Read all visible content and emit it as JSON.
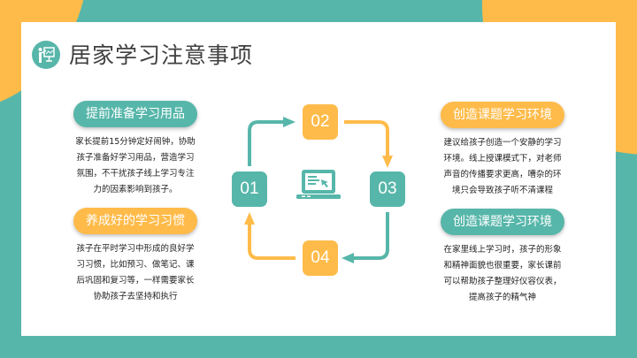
{
  "title": "居家学习注意事项",
  "title_icon": "teacher-presentation-icon",
  "colors": {
    "teal": "#57b6aa",
    "orange": "#ffbb4a",
    "text": "#404040"
  },
  "sections": [
    {
      "heading": "提前准备学习用品",
      "color": "teal",
      "body": [
        "家长提前15分钟定好闹钟，协助",
        "孩子准备好学习用品，营造学习",
        "氛围，不干扰孩子线上学习专注",
        "力的因素影响到孩子。"
      ]
    },
    {
      "heading": "养成好的学习习惯",
      "color": "orange",
      "body": [
        "孩子在平时学习中形成的良好学",
        "习习惯，比如预习、做笔记、课",
        "后巩固和复习等，一样需要家长",
        "协助孩子去坚持和执行"
      ]
    },
    {
      "heading": "创造课题学习环境",
      "color": "orange",
      "body": [
        "建议给孩子创造一个安静的学习",
        "环境。线上授课模式下，对老师",
        "声音的传播要求更高，嘈杂的环",
        "境只会导致孩子听不清课程"
      ]
    },
    {
      "heading": "创造课题学习环境",
      "color": "teal",
      "body": [
        "在家里线上学习时，孩子的形象",
        "和精神面貌也很重要，家长课前",
        "可以帮助孩子整理好仪容仪表，",
        "提高孩子的精气神"
      ]
    }
  ],
  "cycle": {
    "steps": [
      "01",
      "02",
      "03",
      "04"
    ],
    "center_icon": "laptop-icon"
  }
}
